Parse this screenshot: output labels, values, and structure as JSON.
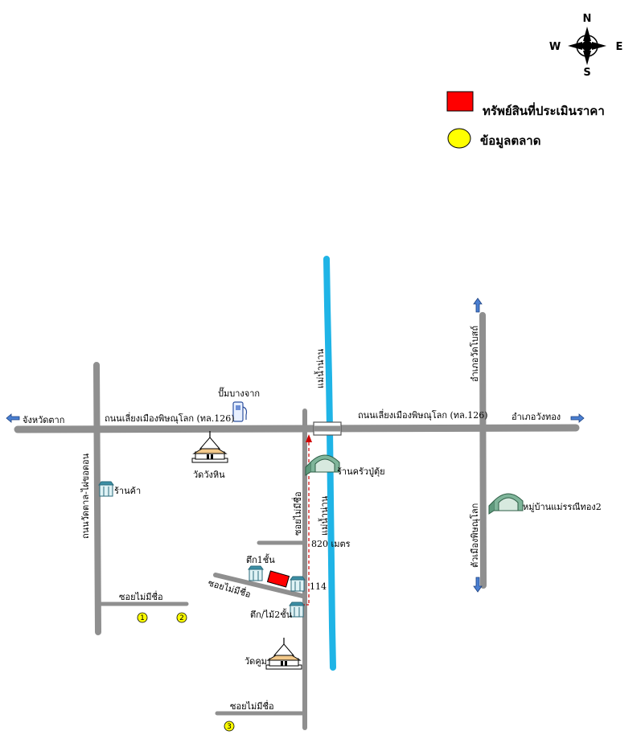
{
  "compass": {
    "north": "N",
    "south": "S",
    "east": "E",
    "west": "W"
  },
  "legend": {
    "subject_label": "ทรัพย์สินที่ประเมินราคา",
    "market_label": "ข้อมูลตลาด",
    "subject_color": "#ff0000",
    "market_color": "#ffff00"
  },
  "roads": {
    "main_left": "ถนนเลี่ยงเมืองพิษณุโลก (ทล.126)",
    "main_right": "ถนนเลี่ยงเมืองพิษณุโลก (ทล.126)",
    "to_left": "จังหวัดตาก",
    "to_right": "อำเภอวังทอง",
    "left_vertical": "ถนนวัดตาล-ไผ่ขอดอน",
    "right_vertical_top": "อำเภอวัดโบสถ์",
    "right_vertical_bottom": "ตัวเมืองพิษณุโลก",
    "soi_center": "ซอยไม่มีชื่อ",
    "soi_diagonal": "ซอยไม่มีชื่อ",
    "soi_left": "ซอยไม่มีชื่อ",
    "soi_bottom": "ซอยไม่มีชื่อ"
  },
  "river": {
    "upper": "แม่น้ำน่าน",
    "lower": "แม่น้ำน่าน",
    "color": "#1fb4e6"
  },
  "landmarks": {
    "gas_station": "ปั๊มบางจาก",
    "temple_wang_hin": "วัดวังหิน",
    "restaurant": "ร้านครัวปู่ตุ้ย",
    "village": "หมู่บ้านแม่รรณีทอง2",
    "shop": "ร้านค้า",
    "building_1": "ตึก1ชั้น",
    "building_2": "ตึก/ไม้2ชั้น",
    "temple_khum": "วัดคูม",
    "house_no": "114"
  },
  "distance": "820 เมตร",
  "markers": [
    "1",
    "2",
    "3"
  ]
}
